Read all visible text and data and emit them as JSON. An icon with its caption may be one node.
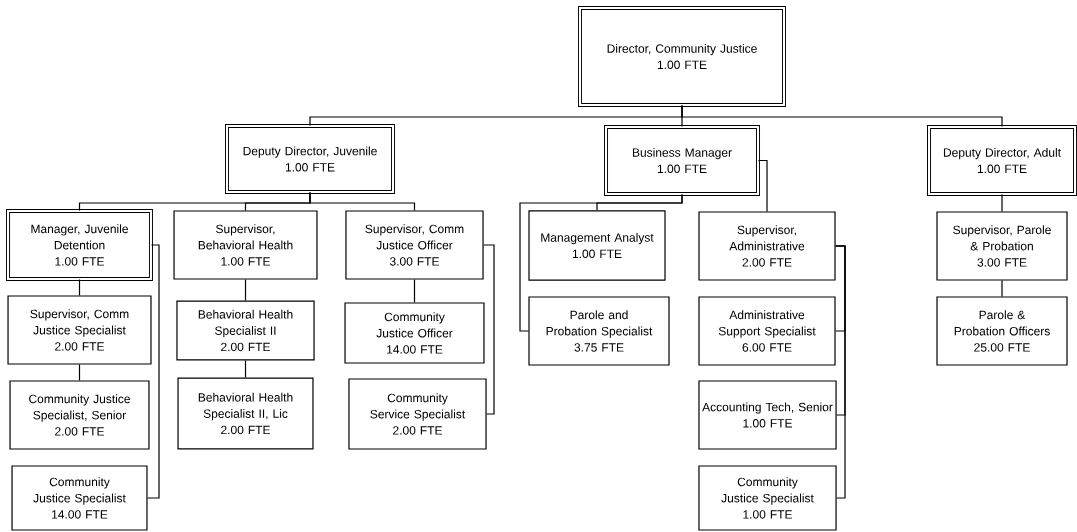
{
  "diagram": {
    "nodes": [
      {
        "text": [
          "Director, Community Justice",
          "1.00 FTE"
        ]
      },
      {
        "text": [
          "Deputy Director, Juvenile",
          "1.00 FTE"
        ]
      },
      {
        "text": [
          "Business Manager",
          "1.00 FTE"
        ]
      },
      {
        "text": [
          "Deputy Director, Adult",
          "1.00 FTE"
        ]
      },
      {
        "text": [
          "Manager, Juvenile Detention",
          "1.00 FTE"
        ]
      },
      {
        "text": [
          "Supervisor, Behavioral Health",
          "1.00 FTE"
        ]
      },
      {
        "text": [
          "Supervisor, Comm Justice Officer",
          "3.00 FTE"
        ]
      },
      {
        "text": [
          "Supervisor, Comm Justice Specialist",
          "2.00 FTE"
        ]
      },
      {
        "text": [
          "Community Justice Specialist, Senior",
          "2.00 FTE"
        ]
      },
      {
        "text": [
          "Community Justice Specialist",
          "14.00 FTE"
        ]
      },
      {
        "text": [
          "Behavioral Health Specialist II",
          "2.00 FTE"
        ]
      },
      {
        "text": [
          "Behavioral Health Specialist II, Lic",
          "2.00 FTE"
        ]
      },
      {
        "text": [
          "Community Justice Officer",
          "14.00 FTE"
        ]
      },
      {
        "text": [
          "Community Service Specialist",
          "2.00 FTE"
        ]
      },
      {
        "text": [
          "Management Analyst",
          "1.00 FTE"
        ]
      },
      {
        "text": [
          "Parole and Probation Specialist",
          "3.75 FTE"
        ]
      },
      {
        "text": [
          "Supervisor, Administrative",
          "2.00 FTE"
        ]
      },
      {
        "text": [
          "Administrative Support Specialist",
          "6.00 FTE"
        ]
      },
      {
        "text": [
          "Accounting Tech, Senior",
          "1.00 FTE"
        ]
      },
      {
        "text": [
          "Community Justice Specialist",
          "1.00 FTE"
        ]
      },
      {
        "text": [
          "Supervisor, Parole & Probation",
          "3.00 FTE"
        ]
      },
      {
        "text": [
          "Parole & Probation Officers",
          "25.00 FTE"
        ]
      }
    ],
    "edges": [
      {
        "from": 0,
        "to": 1,
        "arrow": "none"
      },
      {
        "from": 0,
        "to": 2,
        "arrow": "none"
      },
      {
        "from": 0,
        "to": 3,
        "arrow": "none"
      },
      {
        "from": 1,
        "to": 4,
        "arrow": "none"
      },
      {
        "from": 1,
        "to": 5,
        "arrow": "none"
      },
      {
        "from": 1,
        "to": 6,
        "arrow": "none"
      },
      {
        "from": 4,
        "to": 7,
        "arrow": "none"
      },
      {
        "from": 7,
        "to": 8,
        "arrow": "none"
      },
      {
        "from": 4,
        "to": 9,
        "arrow": "none"
      },
      {
        "from": 5,
        "to": 10,
        "arrow": "none"
      },
      {
        "from": 10,
        "to": 11,
        "arrow": "none"
      },
      {
        "from": 6,
        "to": 12,
        "arrow": "none"
      },
      {
        "from": 6,
        "to": 13,
        "arrow": "none"
      },
      {
        "from": 2,
        "to": 14,
        "arrow": "none"
      },
      {
        "from": 2,
        "to": 15,
        "arrow": "none"
      },
      {
        "from": 2,
        "to": 16,
        "arrow": "none"
      },
      {
        "from": 16,
        "to": 17,
        "arrow": "none"
      },
      {
        "from": 16,
        "to": 18,
        "arrow": "none"
      },
      {
        "from": 16,
        "to": 19,
        "arrow": "none"
      },
      {
        "from": 3,
        "to": 20,
        "arrow": "none"
      },
      {
        "from": 20,
        "to": 21,
        "arrow": "none"
      }
    ]
  }
}
